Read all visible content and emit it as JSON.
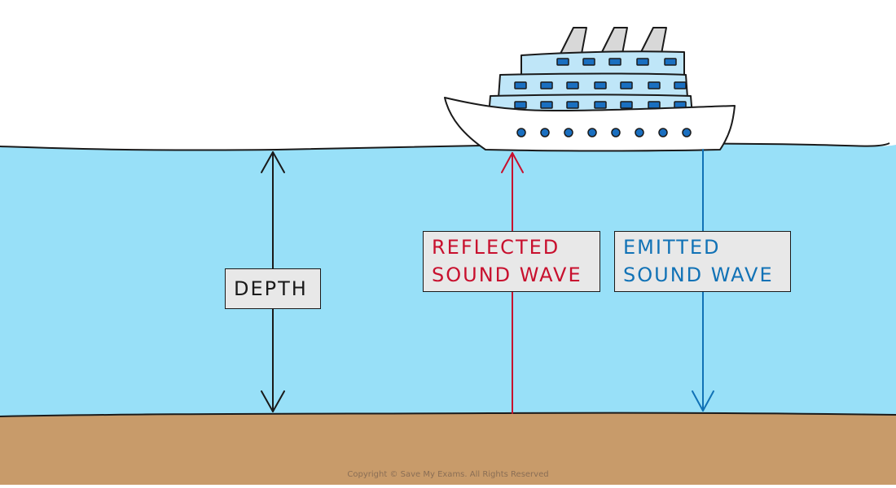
{
  "labels": {
    "depth": "DEPTH",
    "reflected_line1": "REFLECTED",
    "reflected_line2": "SOUND WAVE",
    "emitted_line1": "EMITTED",
    "emitted_line2": "SOUND WAVE"
  },
  "copyright": "Copyright © Save My Exams. All Rights Reserved",
  "colors": {
    "sky": "#ffffff",
    "water": "#98e0f8",
    "seabed": "#c89b6a",
    "hull": "#ffffff",
    "cabin": "#bfe6f8",
    "window": "#1a6fc0",
    "funnel": "#d8d8d8",
    "reflected_wave": "#c8102e",
    "emitted_wave": "#1172b6",
    "depth_arrow": "#1a1a1a",
    "label_background": "#e8e8e8"
  }
}
